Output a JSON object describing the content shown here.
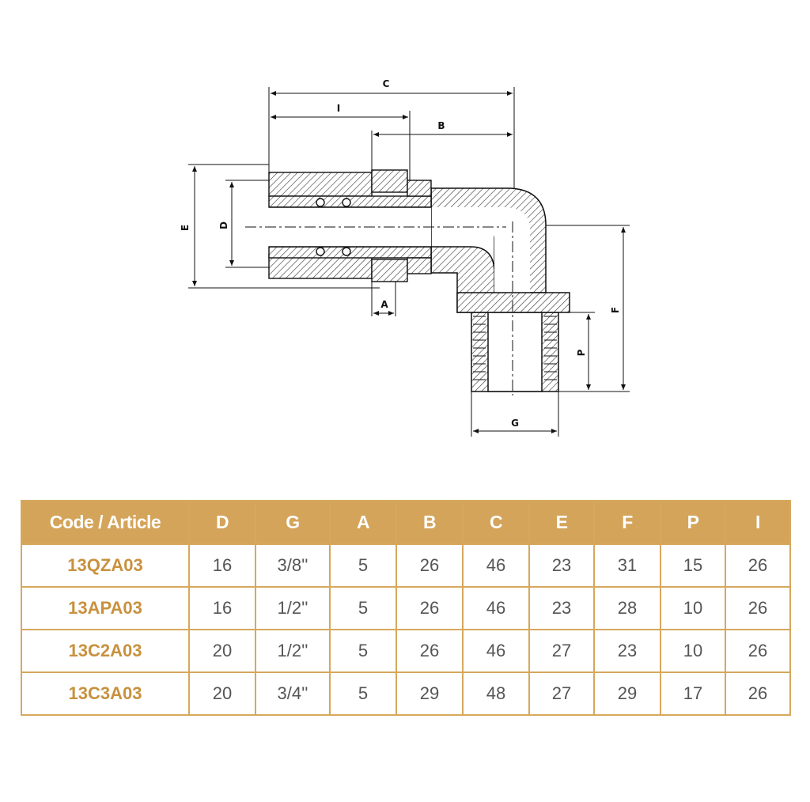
{
  "drawing": {
    "dimension_labels": {
      "C": "C",
      "I": "I",
      "B": "B",
      "E": "E",
      "D": "D",
      "A": "A",
      "F": "F",
      "P": "P",
      "G": "G"
    }
  },
  "table": {
    "headers": [
      "Code / Article",
      "D",
      "G",
      "A",
      "B",
      "C",
      "E",
      "F",
      "P",
      "I"
    ],
    "rows": [
      [
        "13QZA03",
        "16",
        "3/8''",
        "5",
        "26",
        "46",
        "23",
        "31",
        "15",
        "26"
      ],
      [
        "13APA03",
        "16",
        "1/2''",
        "5",
        "26",
        "46",
        "23",
        "28",
        "10",
        "26"
      ],
      [
        "13C2A03",
        "20",
        "1/2''",
        "5",
        "26",
        "46",
        "27",
        "23",
        "10",
        "26"
      ],
      [
        "13C3A03",
        "20",
        "3/4''",
        "5",
        "29",
        "48",
        "27",
        "29",
        "17",
        "26"
      ]
    ]
  },
  "colors": {
    "header_bg": "#d4a45a",
    "border": "#d6a85c",
    "code_text": "#c8913e",
    "value_text": "#555555"
  }
}
